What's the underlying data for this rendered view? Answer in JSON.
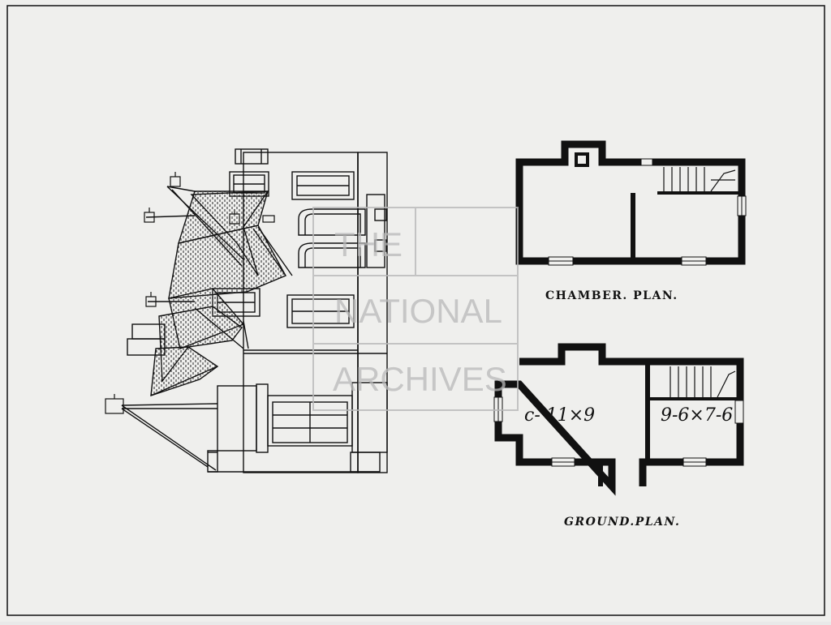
{
  "drawing": {
    "chamber_plan_label": "CHAMBER. PLAN.",
    "ground_plan_label": "GROUND.PLAN.",
    "dimensions": {
      "left_room": "c- 11×9",
      "right_room": "9-6×7-6"
    }
  },
  "watermark": {
    "lines": [
      "THE",
      "NATIONAL",
      "ARCHIVES"
    ]
  },
  "colors": {
    "paper": "#efefed",
    "ink": "#111111",
    "watermark": "#b9b9b9"
  }
}
